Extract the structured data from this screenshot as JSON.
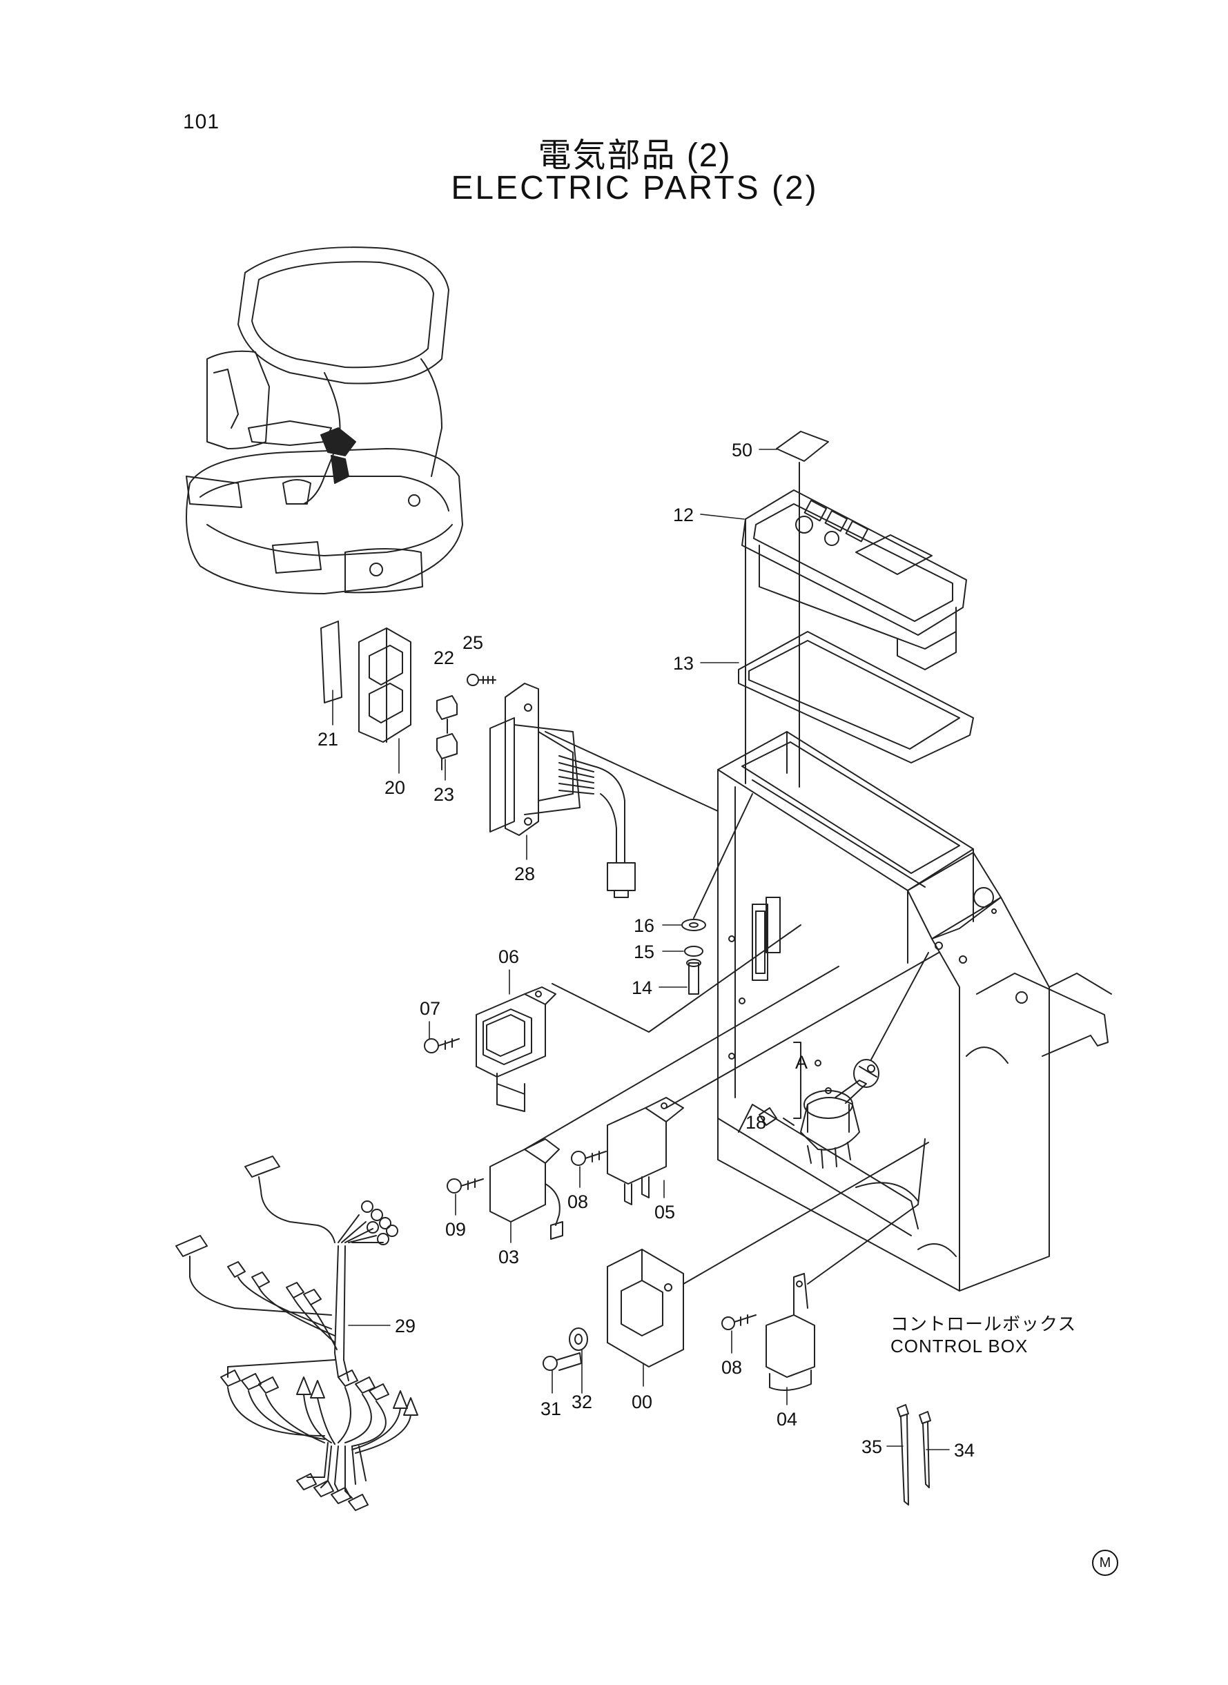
{
  "header": {
    "page_number": "101",
    "title_jp": "電気部品 (2)",
    "title_en": "ELECTRIC PARTS (2)"
  },
  "callouts": {
    "p50": "50",
    "p12": "12",
    "p13": "13",
    "p25": "25",
    "p22": "22",
    "p21": "21",
    "p20": "20",
    "p23": "23",
    "p28": "28",
    "p16": "16",
    "p15": "15",
    "p14": "14",
    "p06": "06",
    "p07": "07",
    "pA": "A",
    "p18": "18",
    "p08a": "08",
    "p05": "05",
    "p09": "09",
    "p03": "03",
    "p29": "29",
    "p31": "31",
    "p32": "32",
    "p00": "00",
    "p08b": "08",
    "p04": "04",
    "p35": "35",
    "p34": "34"
  },
  "control_box": {
    "label_jp": "コントロールボックス",
    "label_en": "CONTROL BOX"
  },
  "footer": {
    "mark": "M"
  }
}
